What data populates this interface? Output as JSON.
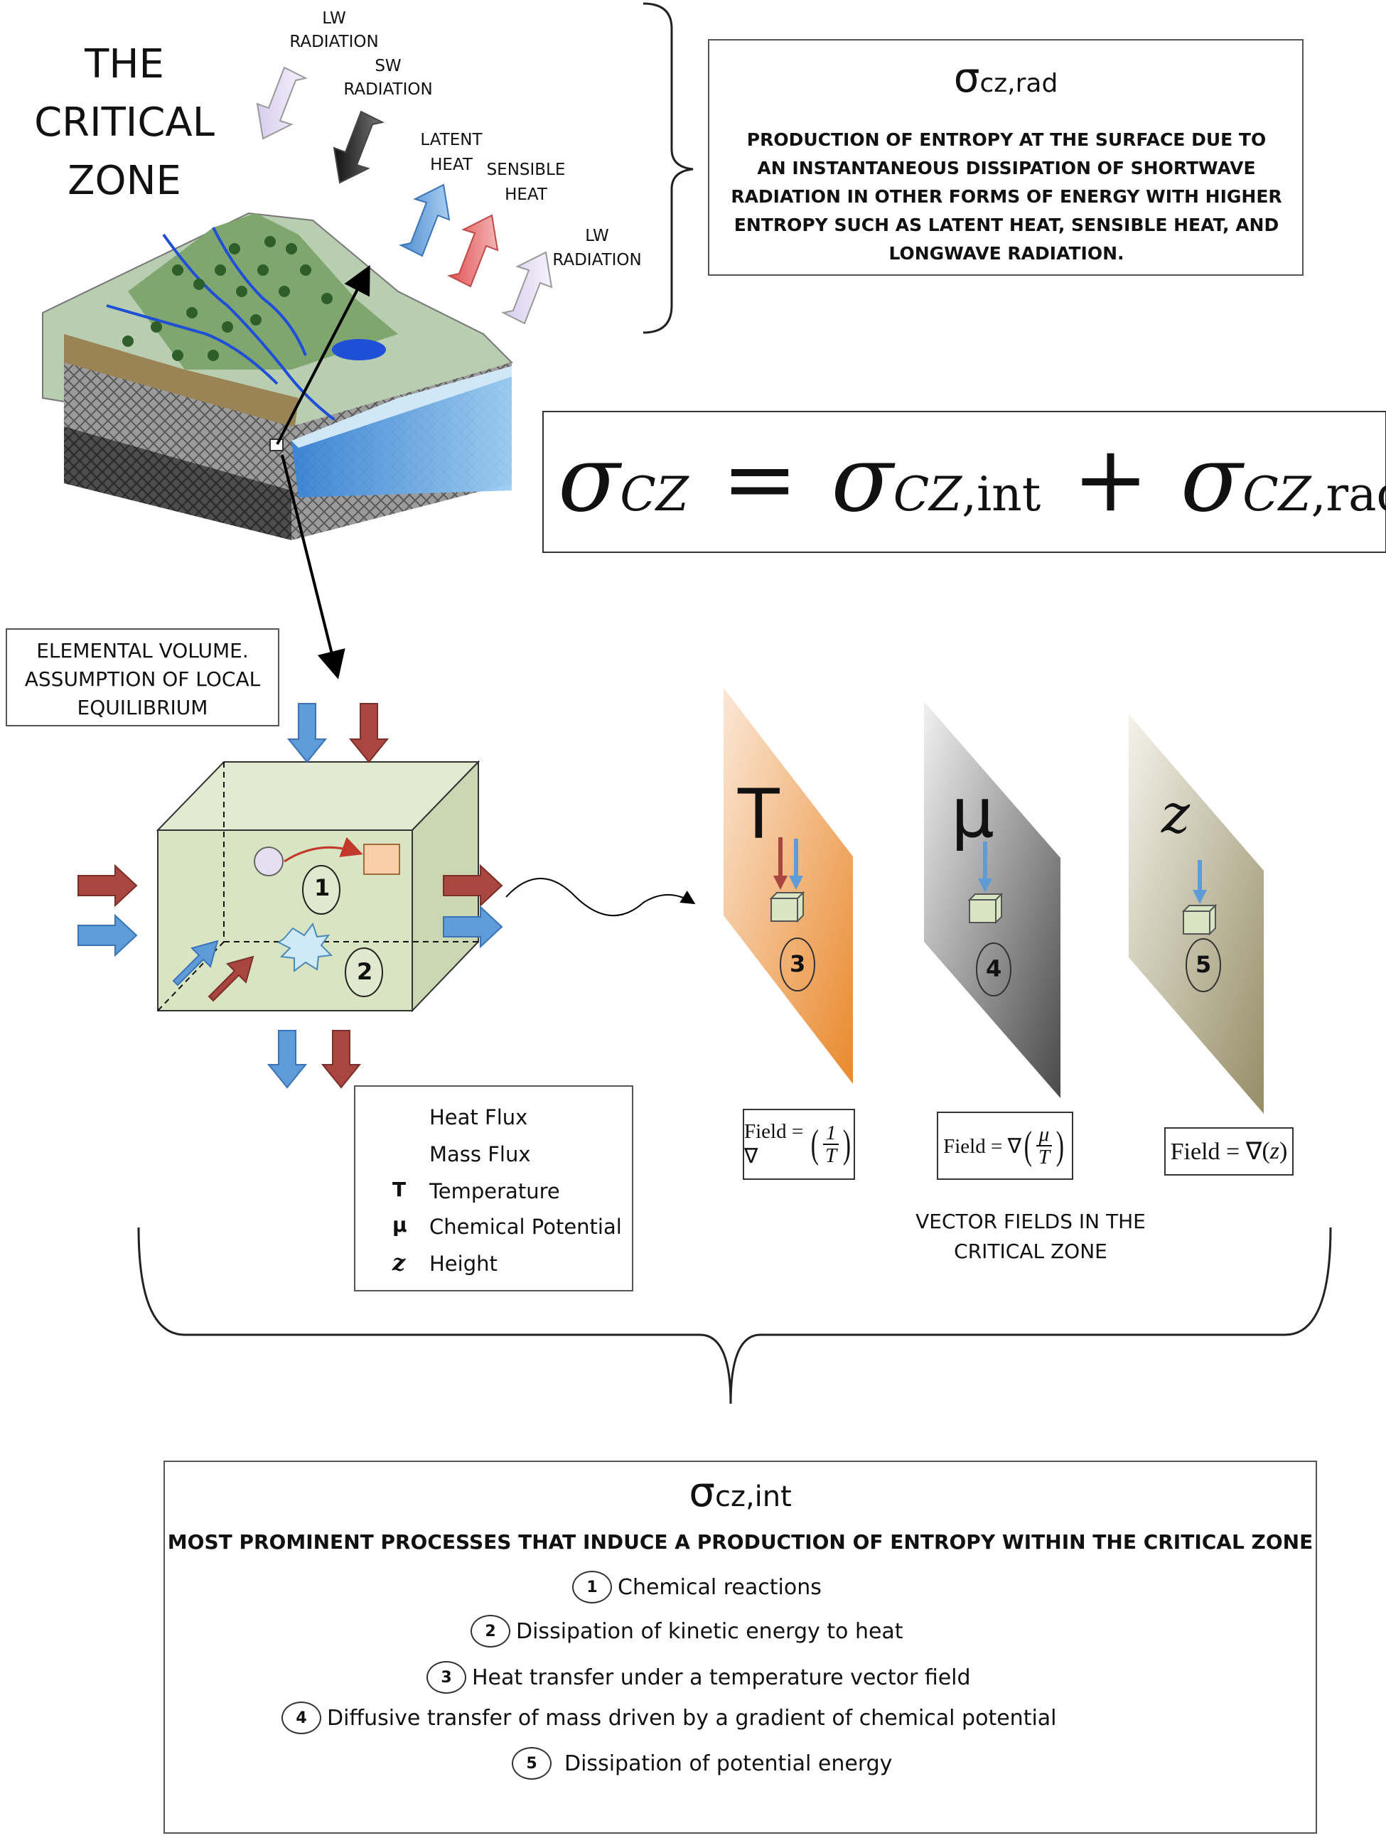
{
  "title_lines": [
    "THE",
    "CRITICAL",
    "ZONE"
  ],
  "radiation_labels": {
    "lw_in": [
      "LW",
      "RADIATION"
    ],
    "sw_in": [
      "SW",
      "RADIATION"
    ],
    "latent": [
      "LATENT",
      "HEAT"
    ],
    "sensible": [
      "SENSIBLE",
      "HEAT"
    ],
    "lw_out": [
      "LW",
      "RADIATION"
    ]
  },
  "rad_box": {
    "symbol": "σ",
    "subscript": "cz,rad",
    "description": "PRODUCTION OF ENTROPY AT THE SURFACE DUE TO AN INSTANTANEOUS DISSIPATION OF SHORTWAVE RADIATION IN OTHER FORMS OF ENERGY WITH HIGHER ENTROPY SUCH AS LATENT HEAT, SENSIBLE HEAT, AND LONGWAVE RADIATION."
  },
  "equation": {
    "lhs_symbol": "σ",
    "lhs_sub": "CZ",
    "equals": "=",
    "term1_symbol": "σ",
    "term1_sub": "CZ",
    "term1_suffix": ",int",
    "plus": "+",
    "term2_symbol": "σ",
    "term2_sub": "CZ",
    "term2_suffix": ",rad"
  },
  "elemental_box": [
    "ELEMENTAL VOLUME.",
    "ASSUMPTION OF LOCAL",
    "EQUILIBRIUM"
  ],
  "cube_labels": [
    "1",
    "2"
  ],
  "legend": [
    {
      "symbol": "",
      "label": "Heat Flux",
      "icon": "red-arrow-icon",
      "color": "#a8463f"
    },
    {
      "symbol": "",
      "label": "Mass Flux",
      "icon": "blue-arrow-icon",
      "color": "#5f9bd6"
    },
    {
      "symbol": "T",
      "label": "Temperature"
    },
    {
      "symbol": "μ",
      "label": "Chemical Potential"
    },
    {
      "symbol": "z",
      "label": "Height"
    }
  ],
  "panels": [
    {
      "symbol": "T",
      "number": "3",
      "field_prefix": "Field = ∇",
      "field_num": "1",
      "field_den": "T"
    },
    {
      "symbol": "μ",
      "number": "4",
      "field_prefix": "Field = ∇",
      "field_num": "μ",
      "field_den": "T"
    },
    {
      "symbol": "z",
      "number": "5",
      "field_prefix": "Field = ∇",
      "field_arg": "z"
    }
  ],
  "vector_fields_caption": [
    "VECTOR FIELDS IN THE",
    "CRITICAL ZONE"
  ],
  "int_box": {
    "symbol": "σ",
    "subscript": "cz,int",
    "heading": "MOST  PROMINENT PROCESSES THAT INDUCE A PRODUCTION OF ENTROPY WITHIN THE CRITICAL ZONE",
    "processes": [
      {
        "num": "1",
        "text": "Chemical reactions"
      },
      {
        "num": "2",
        "text": "Dissipation of kinetic energy to heat"
      },
      {
        "num": "3",
        "text": "Heat transfer under a temperature vector field"
      },
      {
        "num": "4",
        "text": "Diffusive transfer of mass driven by a gradient of chemical potential"
      },
      {
        "num": "5",
        "text": "Dissipation of potential energy"
      }
    ]
  },
  "colors": {
    "heat": "#a8463f",
    "mass": "#5f9bd6",
    "cube": "#d9e4c2",
    "panel_T": "#e9892c",
    "panel_mu": "#555555",
    "panel_z": "#9b9470"
  }
}
